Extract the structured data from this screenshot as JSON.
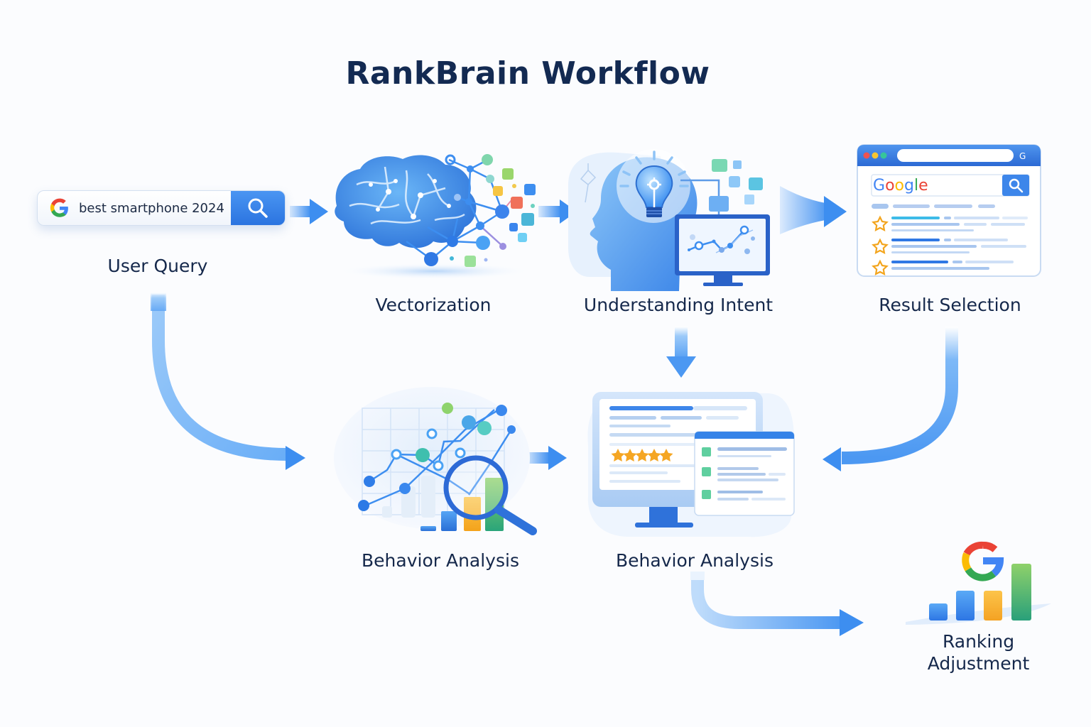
{
  "title": "RankBrain Workflow",
  "colors": {
    "title": "#132a52",
    "arrow": "#3d8ef0",
    "arrow_light": "#bcdafc",
    "primary_blue": "#2b74e0",
    "google_red": "#ea4335",
    "google_yellow": "#fbbc05",
    "google_green": "#34a853",
    "google_blue": "#4285f4"
  },
  "steps": [
    {
      "id": "user-query",
      "label": "User Query",
      "icon": "search-bar-icon"
    },
    {
      "id": "vectorization",
      "label": "Vectorization",
      "icon": "brain-network-icon"
    },
    {
      "id": "understanding-intent",
      "label": "Understanding Intent",
      "icon": "head-lightbulb-icon"
    },
    {
      "id": "result-selection",
      "label": "Result Selection",
      "icon": "browser-results-icon"
    },
    {
      "id": "behavior-analysis-1",
      "label": "Behavior Analysis",
      "icon": "chart-magnifier-icon"
    },
    {
      "id": "behavior-analysis-2",
      "label": "Behavior Analysis",
      "icon": "monitor-reviews-icon"
    },
    {
      "id": "ranking-adjustment",
      "label": "Ranking\nAdjustment",
      "label_line1": "Ranking",
      "label_line2": "Adjustment",
      "icon": "google-bars-icon"
    }
  ],
  "search": {
    "query": "best smartphone 2024",
    "logo": "G",
    "button_icon": "search-icon"
  },
  "browser": {
    "logo_text": "Google",
    "logo_letters": [
      "G",
      "o",
      "o",
      "g",
      "l",
      "e"
    ],
    "logo_colors": [
      "#4285f4",
      "#ea4335",
      "#fbbc05",
      "#4285f4",
      "#34a853",
      "#ea4335"
    ],
    "result_count": 3
  },
  "reviews": {
    "stars": 5
  },
  "connections": [
    {
      "from": "user-query",
      "to": "vectorization"
    },
    {
      "from": "vectorization",
      "to": "understanding-intent"
    },
    {
      "from": "understanding-intent",
      "to": "result-selection"
    },
    {
      "from": "understanding-intent",
      "to": "behavior-analysis-2"
    },
    {
      "from": "result-selection",
      "to": "behavior-analysis-2"
    },
    {
      "from": "user-query",
      "to": "behavior-analysis-1"
    },
    {
      "from": "behavior-analysis-1",
      "to": "behavior-analysis-2"
    },
    {
      "from": "behavior-analysis-2",
      "to": "ranking-adjustment"
    }
  ]
}
